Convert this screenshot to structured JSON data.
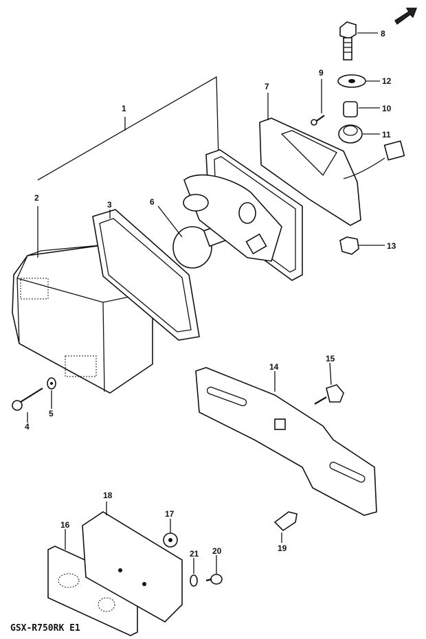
{
  "diagram": {
    "caption": "GSX-R750RK E1",
    "labels": [
      "1",
      "2",
      "3",
      "4",
      "5",
      "6",
      "7",
      "8",
      "9",
      "10",
      "11",
      "12",
      "13",
      "14",
      "15",
      "16",
      "17",
      "18",
      "19",
      "20",
      "21"
    ]
  }
}
